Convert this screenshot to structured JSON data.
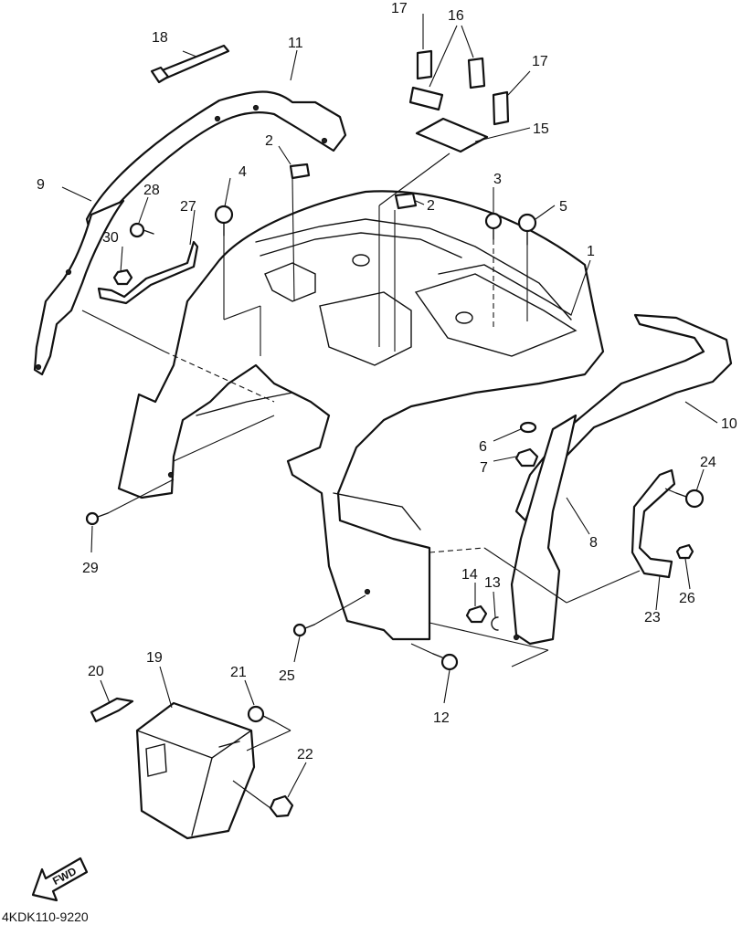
{
  "diagram_code": "4KDK110-9220",
  "fwd_label": "FWD",
  "callouts": {
    "c1": "1",
    "c2a": "2",
    "c2b": "2",
    "c3": "3",
    "c4": "4",
    "c5": "5",
    "c6": "6",
    "c7": "7",
    "c8": "8",
    "c9": "9",
    "c10": "10",
    "c11": "11",
    "c12": "12",
    "c13": "13",
    "c14": "14",
    "c15": "15",
    "c16": "16",
    "c17a": "17",
    "c17b": "17",
    "c18": "18",
    "c19": "19",
    "c20": "20",
    "c21": "21",
    "c22": "22",
    "c23": "23",
    "c24": "24",
    "c25": "25",
    "c26": "26",
    "c27": "27",
    "c28": "28",
    "c29": "29",
    "c30": "30"
  }
}
